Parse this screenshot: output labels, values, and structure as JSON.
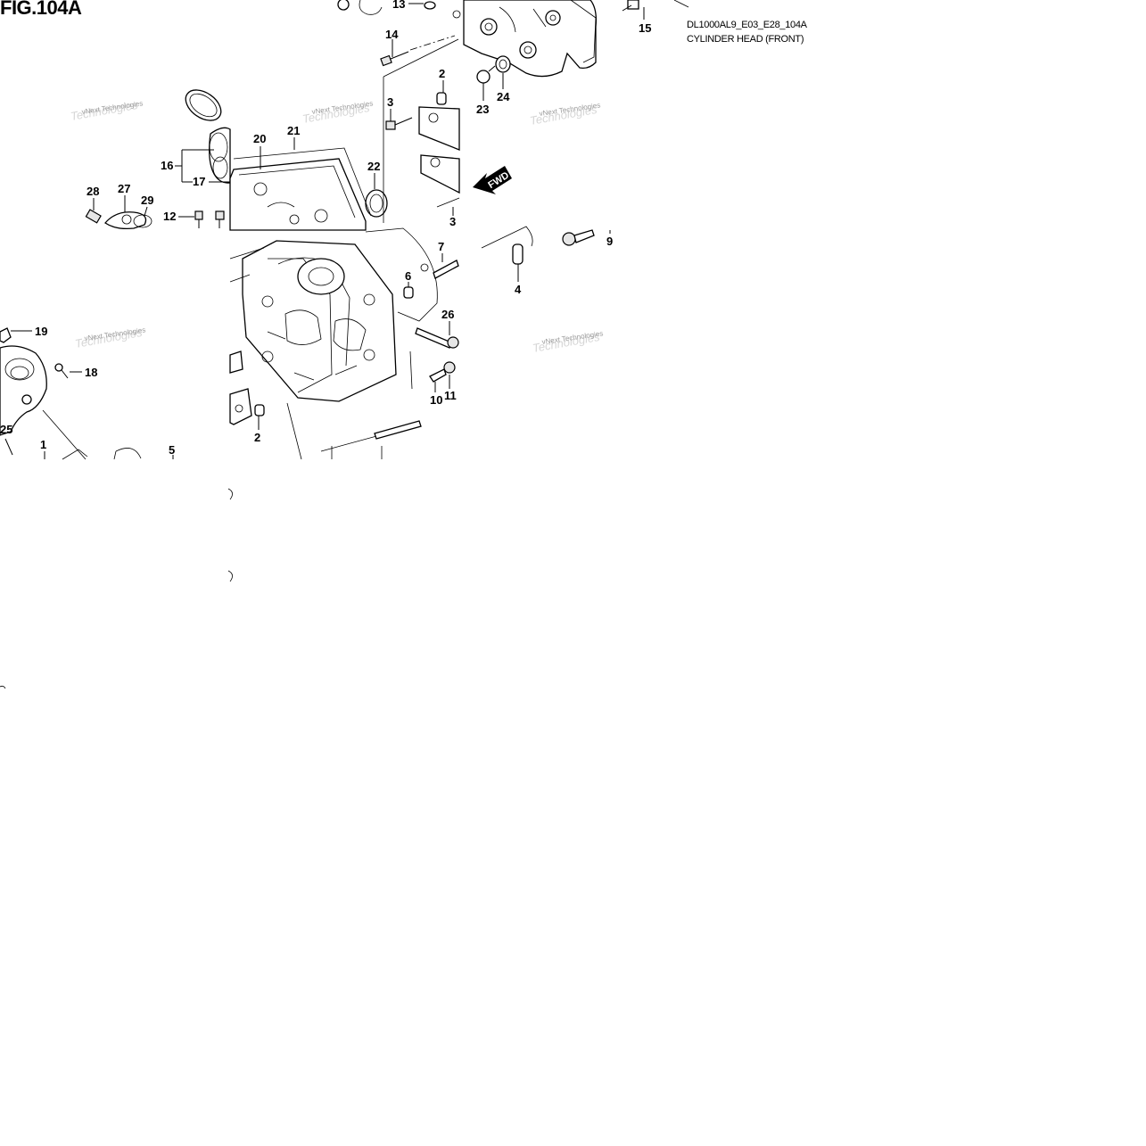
{
  "figure": {
    "title": "FIG.104A",
    "code": "DL1000AL9_E03_E28_104A",
    "name": "CYLINDER HEAD (FRONT)",
    "direction_label": "FWD"
  },
  "watermark": {
    "text": "vNext Technologies"
  },
  "callouts": {
    "c13": "13",
    "c15": "15",
    "c14": "14",
    "c2a": "2",
    "c3a": "3",
    "c24": "24",
    "c23": "23",
    "c16": "16",
    "c17": "17",
    "c20": "20",
    "c21": "21",
    "c22": "22",
    "c28": "28",
    "c27": "27",
    "c29": "29",
    "c12": "12",
    "c3b": "3",
    "c7": "7",
    "c9": "9",
    "c4": "4",
    "c6": "6",
    "c26": "26",
    "c19": "19",
    "c18": "18",
    "c11": "11",
    "c10": "10",
    "c25": "25",
    "c1": "1",
    "c5": "5",
    "c2b": "2"
  },
  "colors": {
    "line": "#000000",
    "watermark": "#9a9a9a",
    "background": "#ffffff"
  }
}
